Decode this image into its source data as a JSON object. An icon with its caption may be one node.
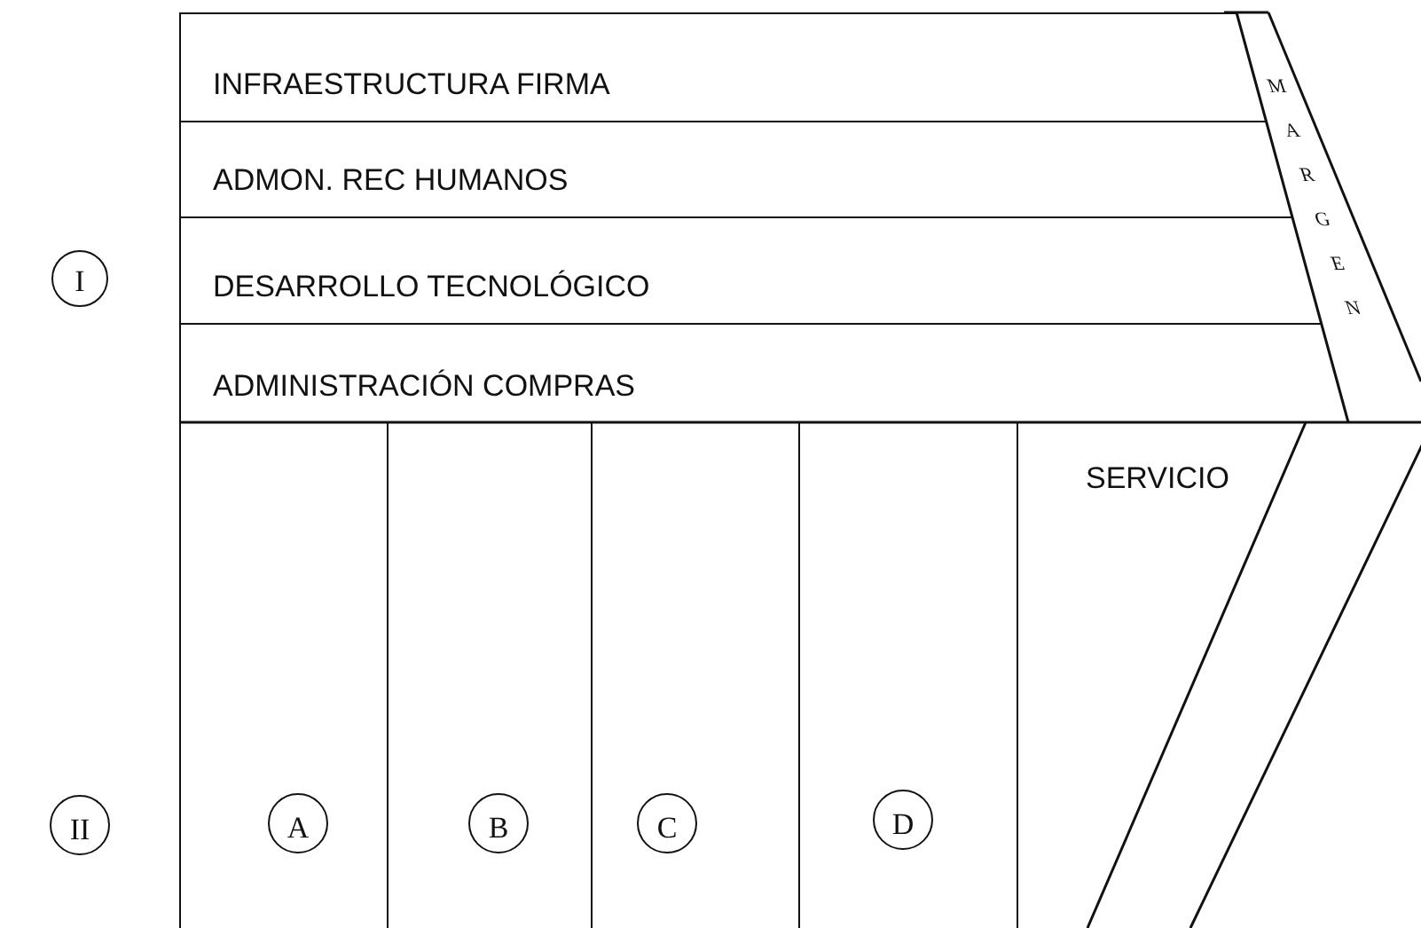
{
  "diagram": {
    "nodes": [
      {
        "text": [
          "I"
        ]
      },
      {
        "text": [
          "INFRAESTRUCTURA FIRMA"
        ]
      },
      {
        "text": [
          "ADMON. REC HUMANOS"
        ]
      },
      {
        "text": [
          "DESARROLLO TECNOLÓGICO"
        ]
      },
      {
        "text": [
          "ADMINISTRACIÓN COMPRAS"
        ]
      },
      {
        "text": [
          "MARGEN"
        ]
      },
      {
        "text": [
          "II"
        ]
      },
      {
        "text": [],
        "shape": "box"
      },
      {
        "text": [],
        "shape": "box"
      },
      {
        "text": [],
        "shape": "box"
      },
      {
        "text": [],
        "shape": "box"
      },
      {
        "text": [
          "A"
        ],
        "in": 7
      },
      {
        "text": [
          "B"
        ],
        "in": 8
      },
      {
        "text": [
          "C"
        ],
        "in": 9
      },
      {
        "text": [
          "D"
        ],
        "in": 10
      },
      {
        "text": [
          "SERVICIO"
        ]
      }
    ],
    "edges": []
  }
}
